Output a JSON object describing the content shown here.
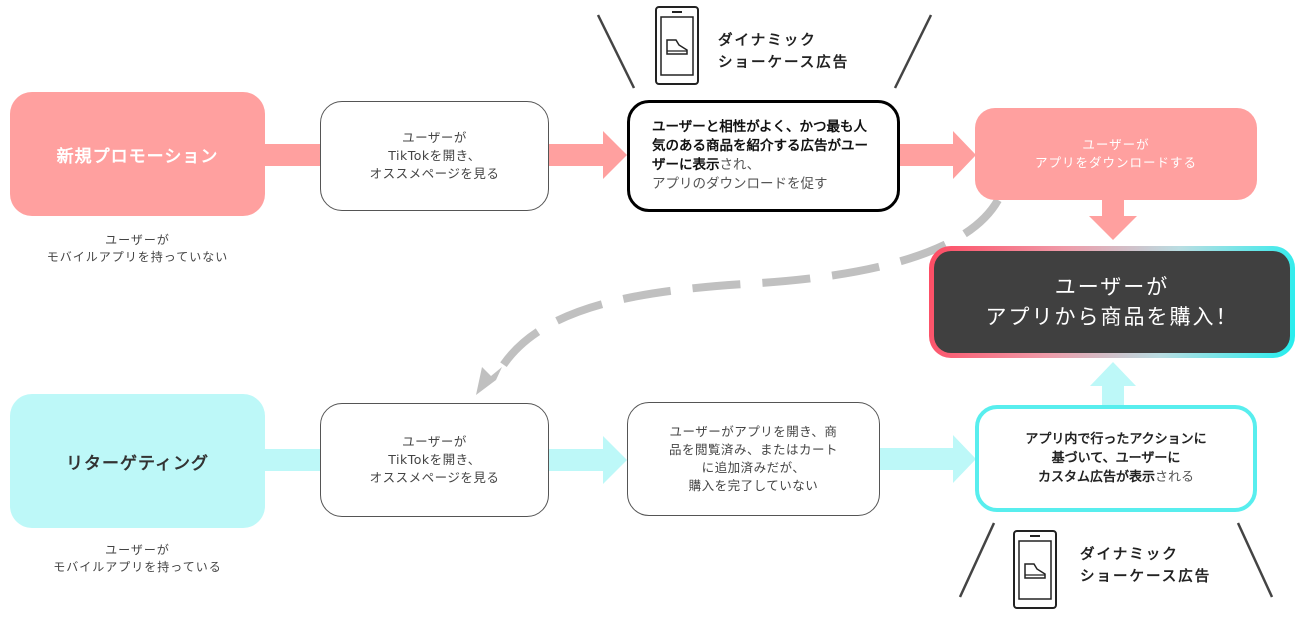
{
  "colors": {
    "promotion": "#ffa09f",
    "retargeting": "#bdf8f8",
    "goal_bg": "#404040",
    "gradient_start": "#fe4a62",
    "gradient_end": "#22eeee",
    "custom_border": "#58eeee",
    "dashed_arrow": "#c0c0c0"
  },
  "top_row": {
    "category": {
      "label": "新規プロモーション",
      "caption": "ユーザーが\nモバイルアプリを持っていない"
    },
    "step1": {
      "text": "ユーザーが\nTikTokを開き、\nオススメページを見る"
    },
    "ad_step": {
      "bold_text": "ユーザーと相性がよく、かつ最も人気のある商品を紹介する広告がユーザーに表示",
      "light_text": "され、\nアプリのダウンロードを促す"
    },
    "download": {
      "text": "ユーザーが\nアプリをダウンロードする"
    },
    "ad_label": {
      "icon": "phone-shoe-icon",
      "text": "ダイナミック\nショーケース広告"
    }
  },
  "goal": {
    "text": "ユーザーが\nアプリから商品を購入！"
  },
  "bottom_row": {
    "category": {
      "label": "リターゲティング",
      "caption": "ユーザーが\nモバイルアプリを持っている"
    },
    "step1": {
      "text": "ユーザーが\nTikTokを開き、\nオススメページを見る"
    },
    "step2": {
      "text": "ユーザーがアプリを開き、商\n品を閲覧済み、またはカート\nに追加済みだが、\n購入を完了していない"
    },
    "custom_ad": {
      "bold_text": "アプリ内で行ったアクションに\n基づいて、ユーザーに\nカスタム広告が表示",
      "light_text": "される"
    },
    "ad_label": {
      "icon": "phone-shoe-icon",
      "text": "ダイナミック\nショーケース広告"
    }
  }
}
